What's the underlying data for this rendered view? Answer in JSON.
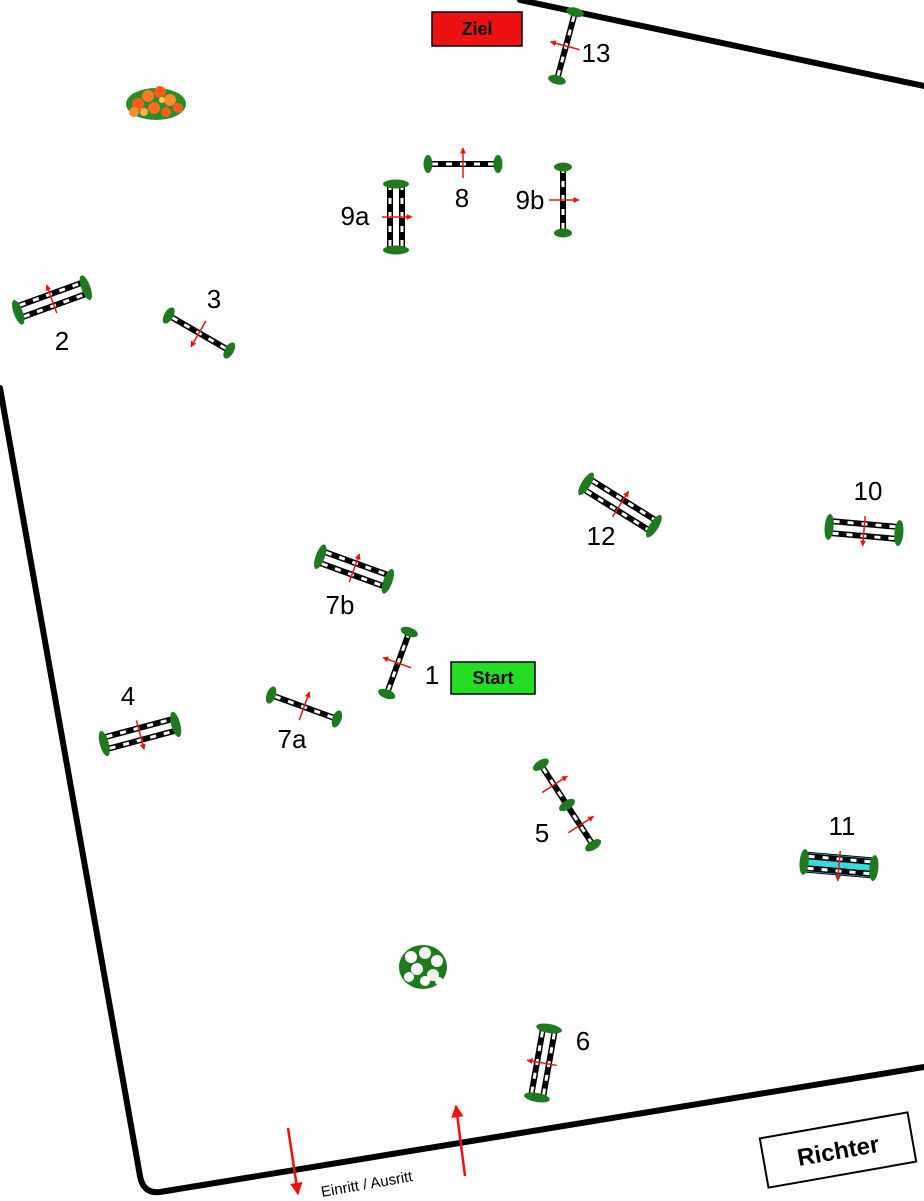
{
  "start_label": "Start",
  "finish_label": "Ziel",
  "judge_label": "Richter",
  "entrance_label": "Einritt / Ausritt",
  "colors": {
    "start": "#22dd22",
    "finish": "#ee1111",
    "water": "#33dddd",
    "arrow": "#ee1111",
    "foliage": "#1f7a1f"
  },
  "obstacles": [
    {
      "id": "o1",
      "label": "1",
      "kind": "vertical"
    },
    {
      "id": "o2",
      "label": "2",
      "kind": "oxer"
    },
    {
      "id": "o3",
      "label": "3",
      "kind": "vertical"
    },
    {
      "id": "o4",
      "label": "4",
      "kind": "oxer"
    },
    {
      "id": "o5",
      "label": "5",
      "kind": "double-vertical"
    },
    {
      "id": "o6",
      "label": "6",
      "kind": "oxer"
    },
    {
      "id": "o7a",
      "label": "7a",
      "kind": "vertical"
    },
    {
      "id": "o7b",
      "label": "7b",
      "kind": "oxer"
    },
    {
      "id": "o8",
      "label": "8",
      "kind": "vertical"
    },
    {
      "id": "o9a",
      "label": "9a",
      "kind": "oxer"
    },
    {
      "id": "o9b",
      "label": "9b",
      "kind": "vertical"
    },
    {
      "id": "o10",
      "label": "10",
      "kind": "oxer"
    },
    {
      "id": "o11",
      "label": "11",
      "kind": "water-oxer"
    },
    {
      "id": "o12",
      "label": "12",
      "kind": "oxer"
    },
    {
      "id": "o13",
      "label": "13",
      "kind": "vertical"
    }
  ]
}
